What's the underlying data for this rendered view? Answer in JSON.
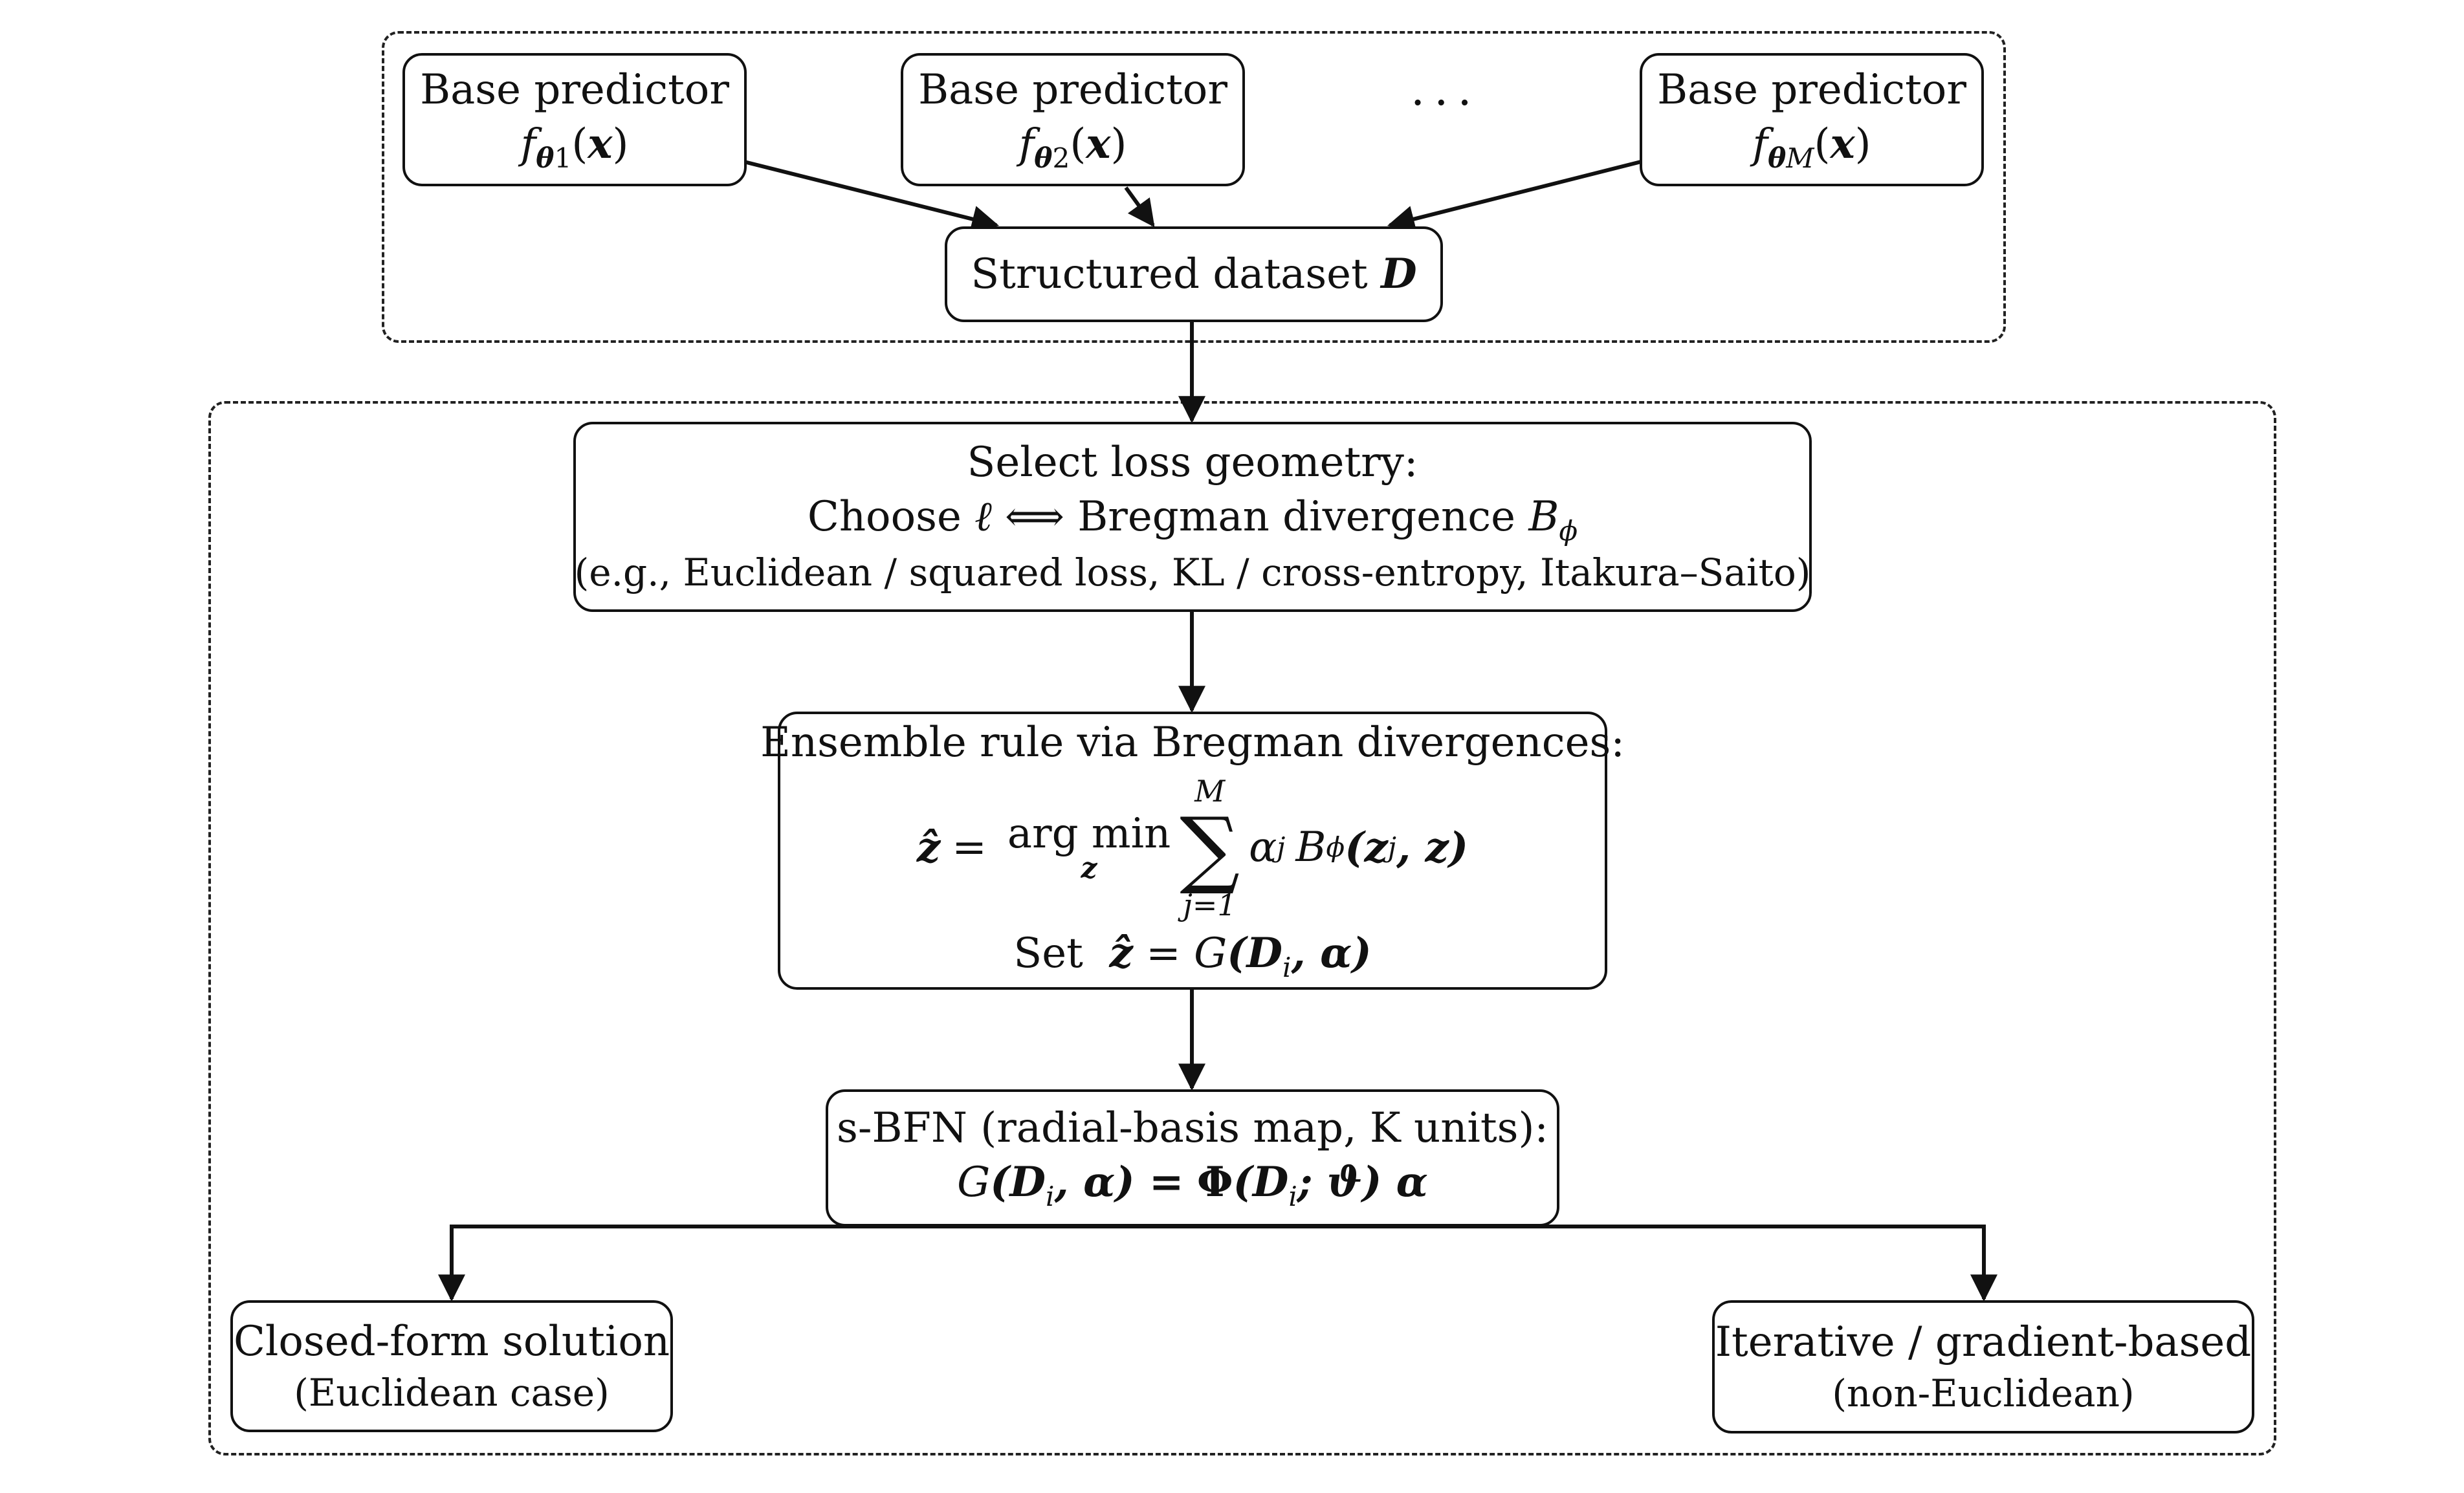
{
  "groups": {
    "predictors": "",
    "pipeline": ""
  },
  "predictors": [
    {
      "label": "Base predictor",
      "func": "f",
      "param": "θ",
      "index": "1",
      "arg": "x"
    },
    {
      "label": "Base predictor",
      "func": "f",
      "param": "θ",
      "index": "2",
      "arg": "x"
    },
    {
      "label": "Base predictor",
      "func": "f",
      "param": "θ",
      "index": "M",
      "arg": "x"
    }
  ],
  "ellipsis": "···",
  "dataset": {
    "label": "Structured dataset",
    "symbol": "D"
  },
  "geometry": {
    "title": "Select loss geometry:",
    "line2_prefix": "Choose",
    "ell": "ℓ",
    "iff": "⟺",
    "line2_text": "Bregman divergence",
    "bregman": "B",
    "phi": "ϕ",
    "examples": "(e.g., Euclidean / squared loss, KL / cross-entropy, Itakura–Saito)"
  },
  "ensemble": {
    "title": "Ensemble rule via Bregman divergences:",
    "zhat": "ẑ",
    "eq": "=",
    "argmin": "arg min",
    "argmin_var": "z",
    "sum_upper": "M",
    "sum_lower": "j=1",
    "alpha": "α",
    "alpha_sub": "j",
    "breg": "B",
    "phi": "ϕ",
    "args": "(z",
    "args_sub": "j",
    "args_end": ", z)",
    "set_label": "Set",
    "set_rhs": "G",
    "set_args": "(D",
    "set_sub": "i",
    "set_end": ", α)"
  },
  "sbfn": {
    "title": "s-BFN (radial-basis map, K units):",
    "G": "G",
    "lhs_args": "(D",
    "lhs_sub": "i",
    "lhs_end": ", α) =",
    "Phi": "Φ",
    "rhs_args": "(D",
    "rhs_sub": "i",
    "rhs_mid": "; ϑ) α"
  },
  "closed": {
    "line1": "Closed-form solution",
    "line2": "(Euclidean case)"
  },
  "iterative": {
    "line1": "Iterative / gradient-based",
    "line2": "(non-Euclidean)"
  }
}
